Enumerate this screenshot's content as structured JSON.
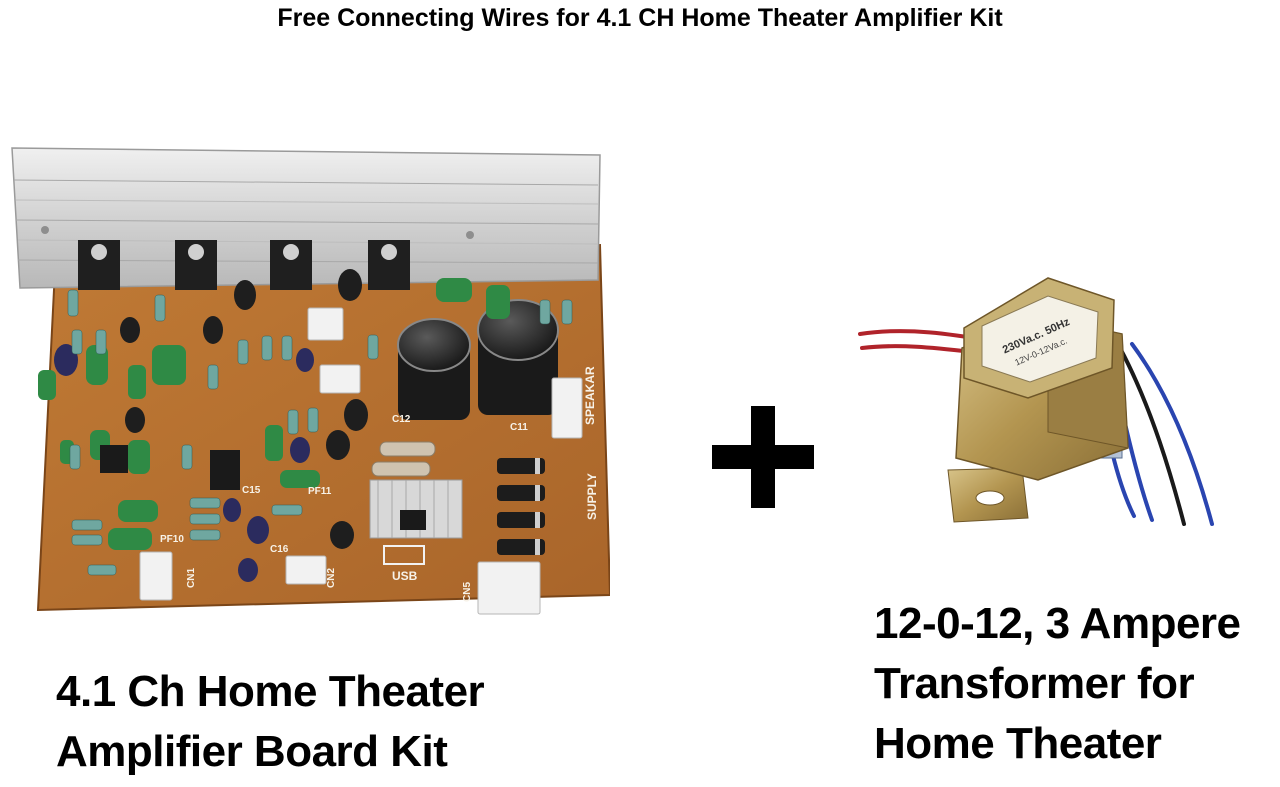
{
  "header": {
    "title": "Free Connecting Wires for 4.1 CH Home Theater Amplifier Kit"
  },
  "left_product": {
    "caption_line1": "4.1 Ch Home Theater",
    "caption_line2": "Amplifier Board Kit",
    "board_labels": {
      "speaker": "SPEAKAR",
      "supply": "SUPPLY",
      "usb": "USB",
      "cn1": "CN1",
      "cn2": "CN2",
      "cn5": "CN5",
      "c11": "C11",
      "c12": "C12",
      "c15": "C15",
      "c16": "C16",
      "pf11": "PF11",
      "pf10": "PF10"
    }
  },
  "right_product": {
    "caption_line1": "12-0-12, 3 Ampere",
    "caption_line2": "Transformer for",
    "caption_line3": "Home Theater",
    "label_line1": "230Va.c. 50Hz",
    "label_line2": "12V-0-12Va.c."
  },
  "operator": {
    "symbol": "plus-icon"
  },
  "colors": {
    "pcb": "#b7722f",
    "pcb_dark": "#8f5520",
    "heatsink": "#d9d9d9",
    "transformer_body": "#b79a55",
    "plus": "#000000"
  }
}
